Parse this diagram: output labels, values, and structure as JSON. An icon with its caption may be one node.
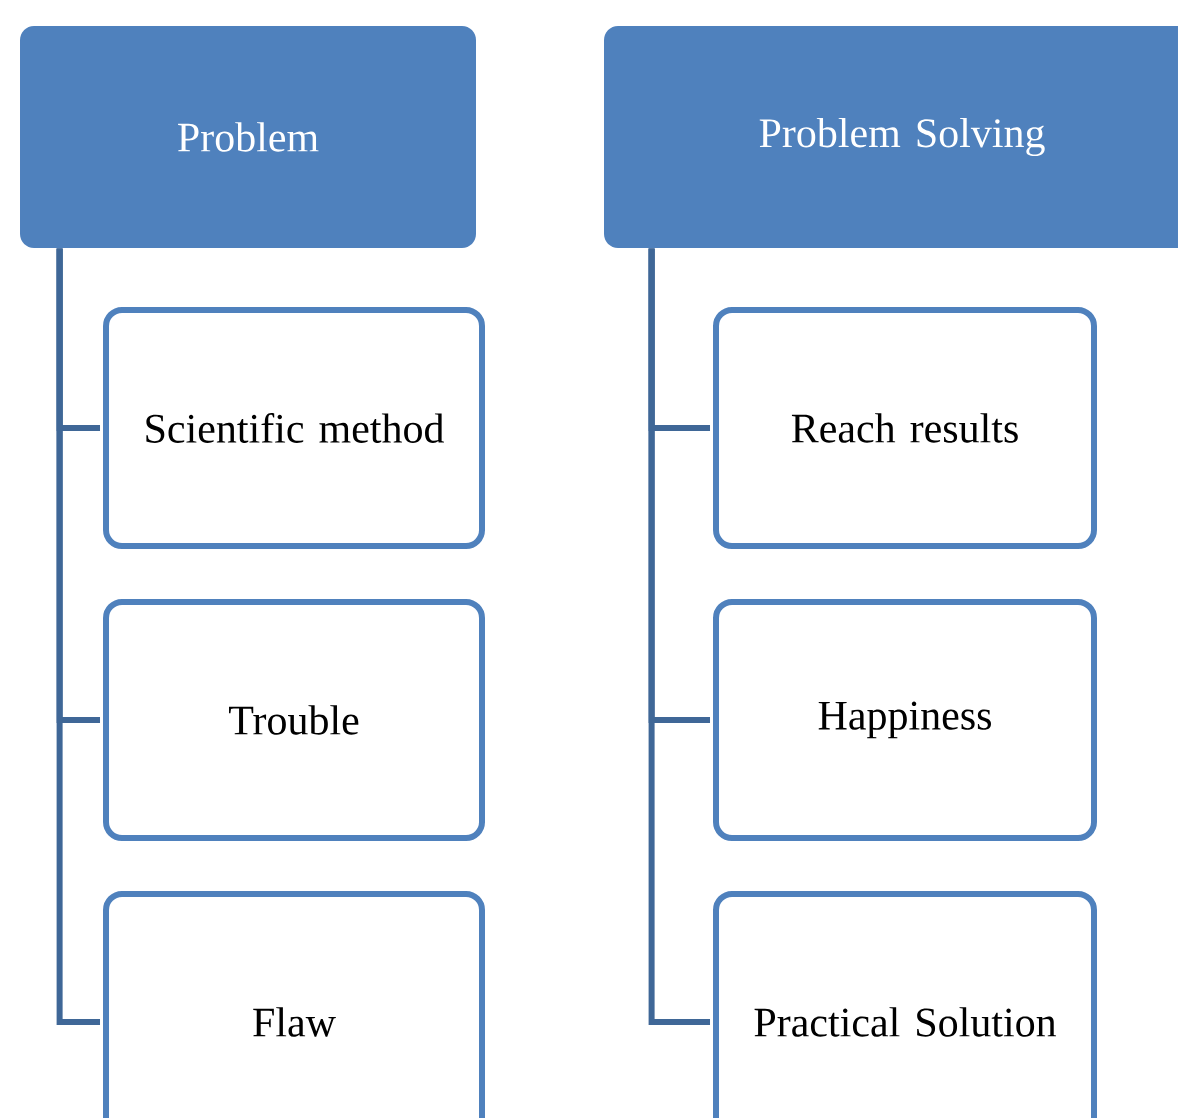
{
  "diagram": {
    "nodes": [
      {
        "text": [
          "Problem"
        ]
      },
      {
        "text": [
          "Scientific method"
        ]
      },
      {
        "text": [
          "Trouble"
        ]
      },
      {
        "text": [
          "Flaw"
        ]
      },
      {
        "text": [
          "Problem Solving"
        ]
      },
      {
        "text": [
          "Reach results"
        ]
      },
      {
        "text": [
          "Happiness"
        ]
      },
      {
        "text": [
          "Practical Solution"
        ]
      }
    ],
    "edges": [
      {
        "from": 0,
        "to": 1,
        "arrow": "none"
      },
      {
        "from": 0,
        "to": 2,
        "arrow": "none"
      },
      {
        "from": 0,
        "to": 3,
        "arrow": "none"
      },
      {
        "from": 4,
        "to": 5,
        "arrow": "none"
      },
      {
        "from": 4,
        "to": 6,
        "arrow": "none"
      },
      {
        "from": 4,
        "to": 7,
        "arrow": "none"
      }
    ]
  }
}
